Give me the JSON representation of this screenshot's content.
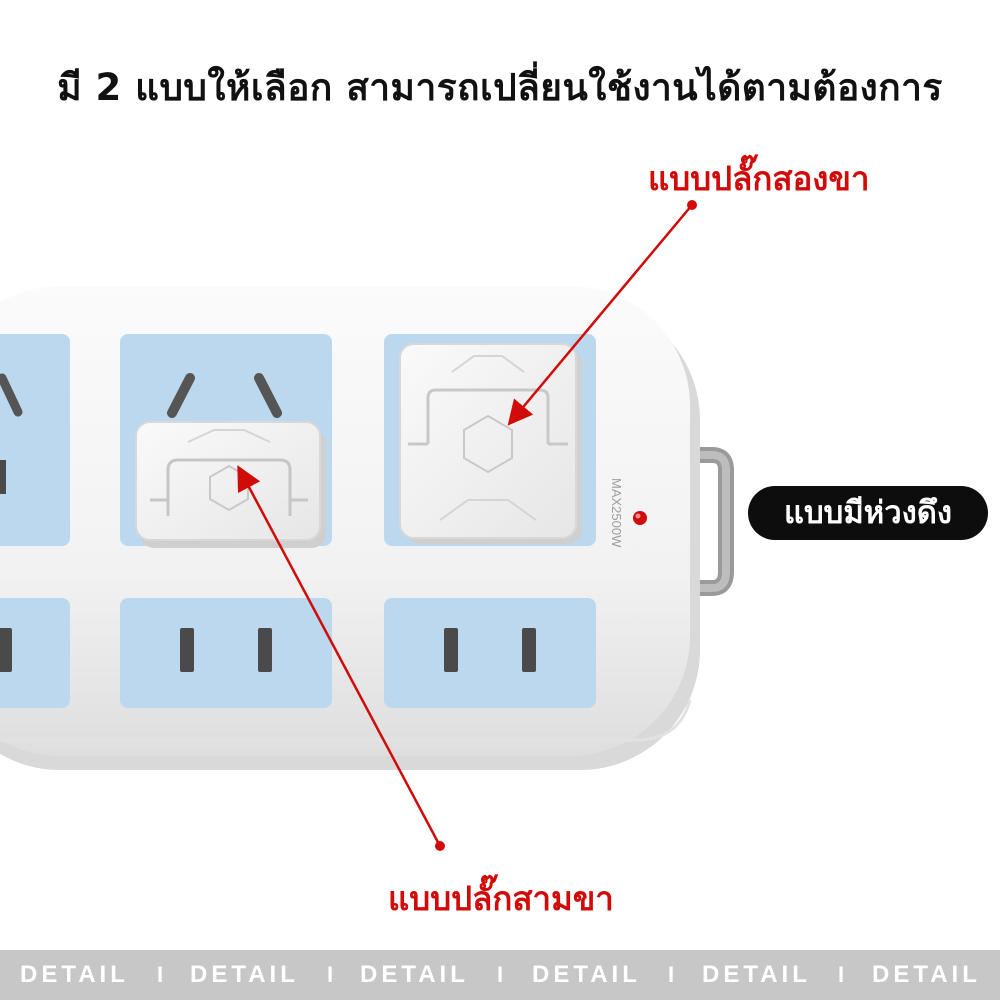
{
  "headline": "มี 2 แบบให้เลือก สามารถเปลี่ยนใช้งานได้ตามต้องการ",
  "labels": {
    "two_pin": "แบบปลั๊กสองขา",
    "three_pin": "แบบปลั๊กสามขา",
    "pull_ring": "แบบมีห่วงดึง"
  },
  "strip_marking": "MAX2500W",
  "footer": {
    "items": [
      "DETAIL",
      "DETAIL",
      "DETAIL",
      "DETAIL",
      "DETAIL",
      "DETAIL"
    ],
    "separator": "I"
  },
  "colors": {
    "label_red": "#d10a0a",
    "socket_blue": "#bcd8ee",
    "strip_white": "#f4f4f4",
    "pill_black": "#0d0d0d",
    "footer_gray": "#c7c7c7"
  }
}
